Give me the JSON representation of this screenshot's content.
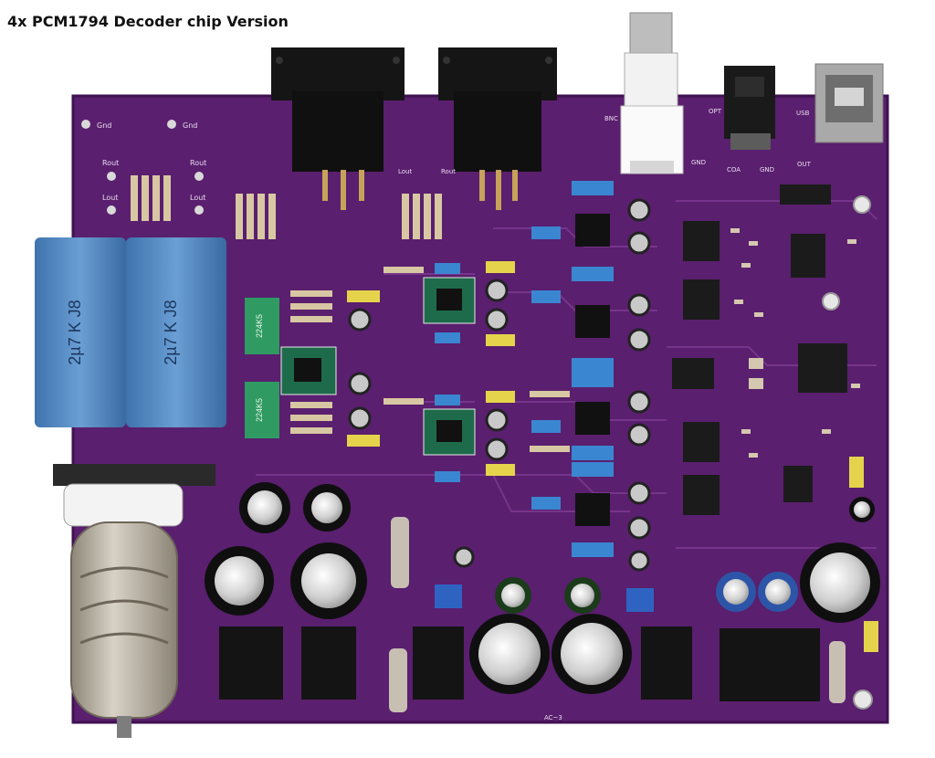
{
  "caption": "4x PCM1794 Decoder chip Version",
  "board": {
    "pad_labels": {
      "gnd_1": "Gnd",
      "gnd_2": "Gnd",
      "rout_left": "Rout",
      "lout_left": "Lout",
      "rout_mid": "Rout",
      "lout_mid": "Lout",
      "lout_xlr": "Lout",
      "rout_xlr": "Rout",
      "bnc": "BNC",
      "opt": "OPT",
      "usb": "USB",
      "gnd_3": "GND",
      "coa": "COA",
      "gnd_4": "GND",
      "out": "OUT",
      "ac": "AC~3"
    },
    "capacitor_marking": "2µ7 K J8",
    "small_cap_marking": "224K5",
    "colors": {
      "pcb": "#5a1f6e",
      "film_cap": "#4f86c0",
      "tube_glass": "#b9b3a8",
      "electrolytic": "#1a1a1a"
    }
  }
}
